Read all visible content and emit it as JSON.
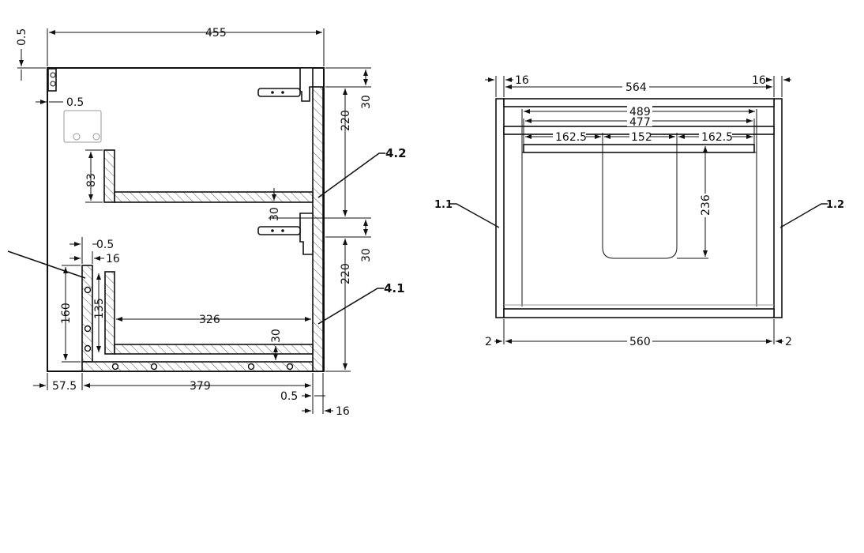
{
  "side_view": {
    "dims": {
      "width_total": "455",
      "top_offset": "0.5",
      "left_gap": "0.5",
      "upper_front_height": "83",
      "upper_bottom_gap": "30",
      "upper_rail_offset": "30",
      "upper_drawer_height": "220",
      "lower_rail_offset": "30",
      "lower_drawer_height": "220",
      "front_gap": "0.5",
      "front_thickness": "16",
      "front_height": "160",
      "inner_front_height": "135",
      "inner_width": "326",
      "inner_bottom_gap": "30",
      "front_offset": "57.5",
      "drawer_depth": "379",
      "back_gap": "0.5",
      "back_thickness": "16"
    },
    "labels": {
      "upper_drawer": "4.2",
      "lower_drawer": "4.1"
    }
  },
  "front_view": {
    "dims": {
      "left_panel": "16",
      "right_panel": "16",
      "inner_width": "564",
      "drawer_width": "489",
      "drawer_inner_width": "477",
      "left_segment": "162.5",
      "cutout_width": "152",
      "right_segment": "162.5",
      "cutout_depth": "236",
      "bottom_width": "560",
      "left_gap": "2",
      "right_gap": "2"
    },
    "labels": {
      "left_panel": "1.1",
      "right_panel": "1.2"
    }
  },
  "colors": {
    "line": "#111111",
    "background": "#ffffff"
  }
}
